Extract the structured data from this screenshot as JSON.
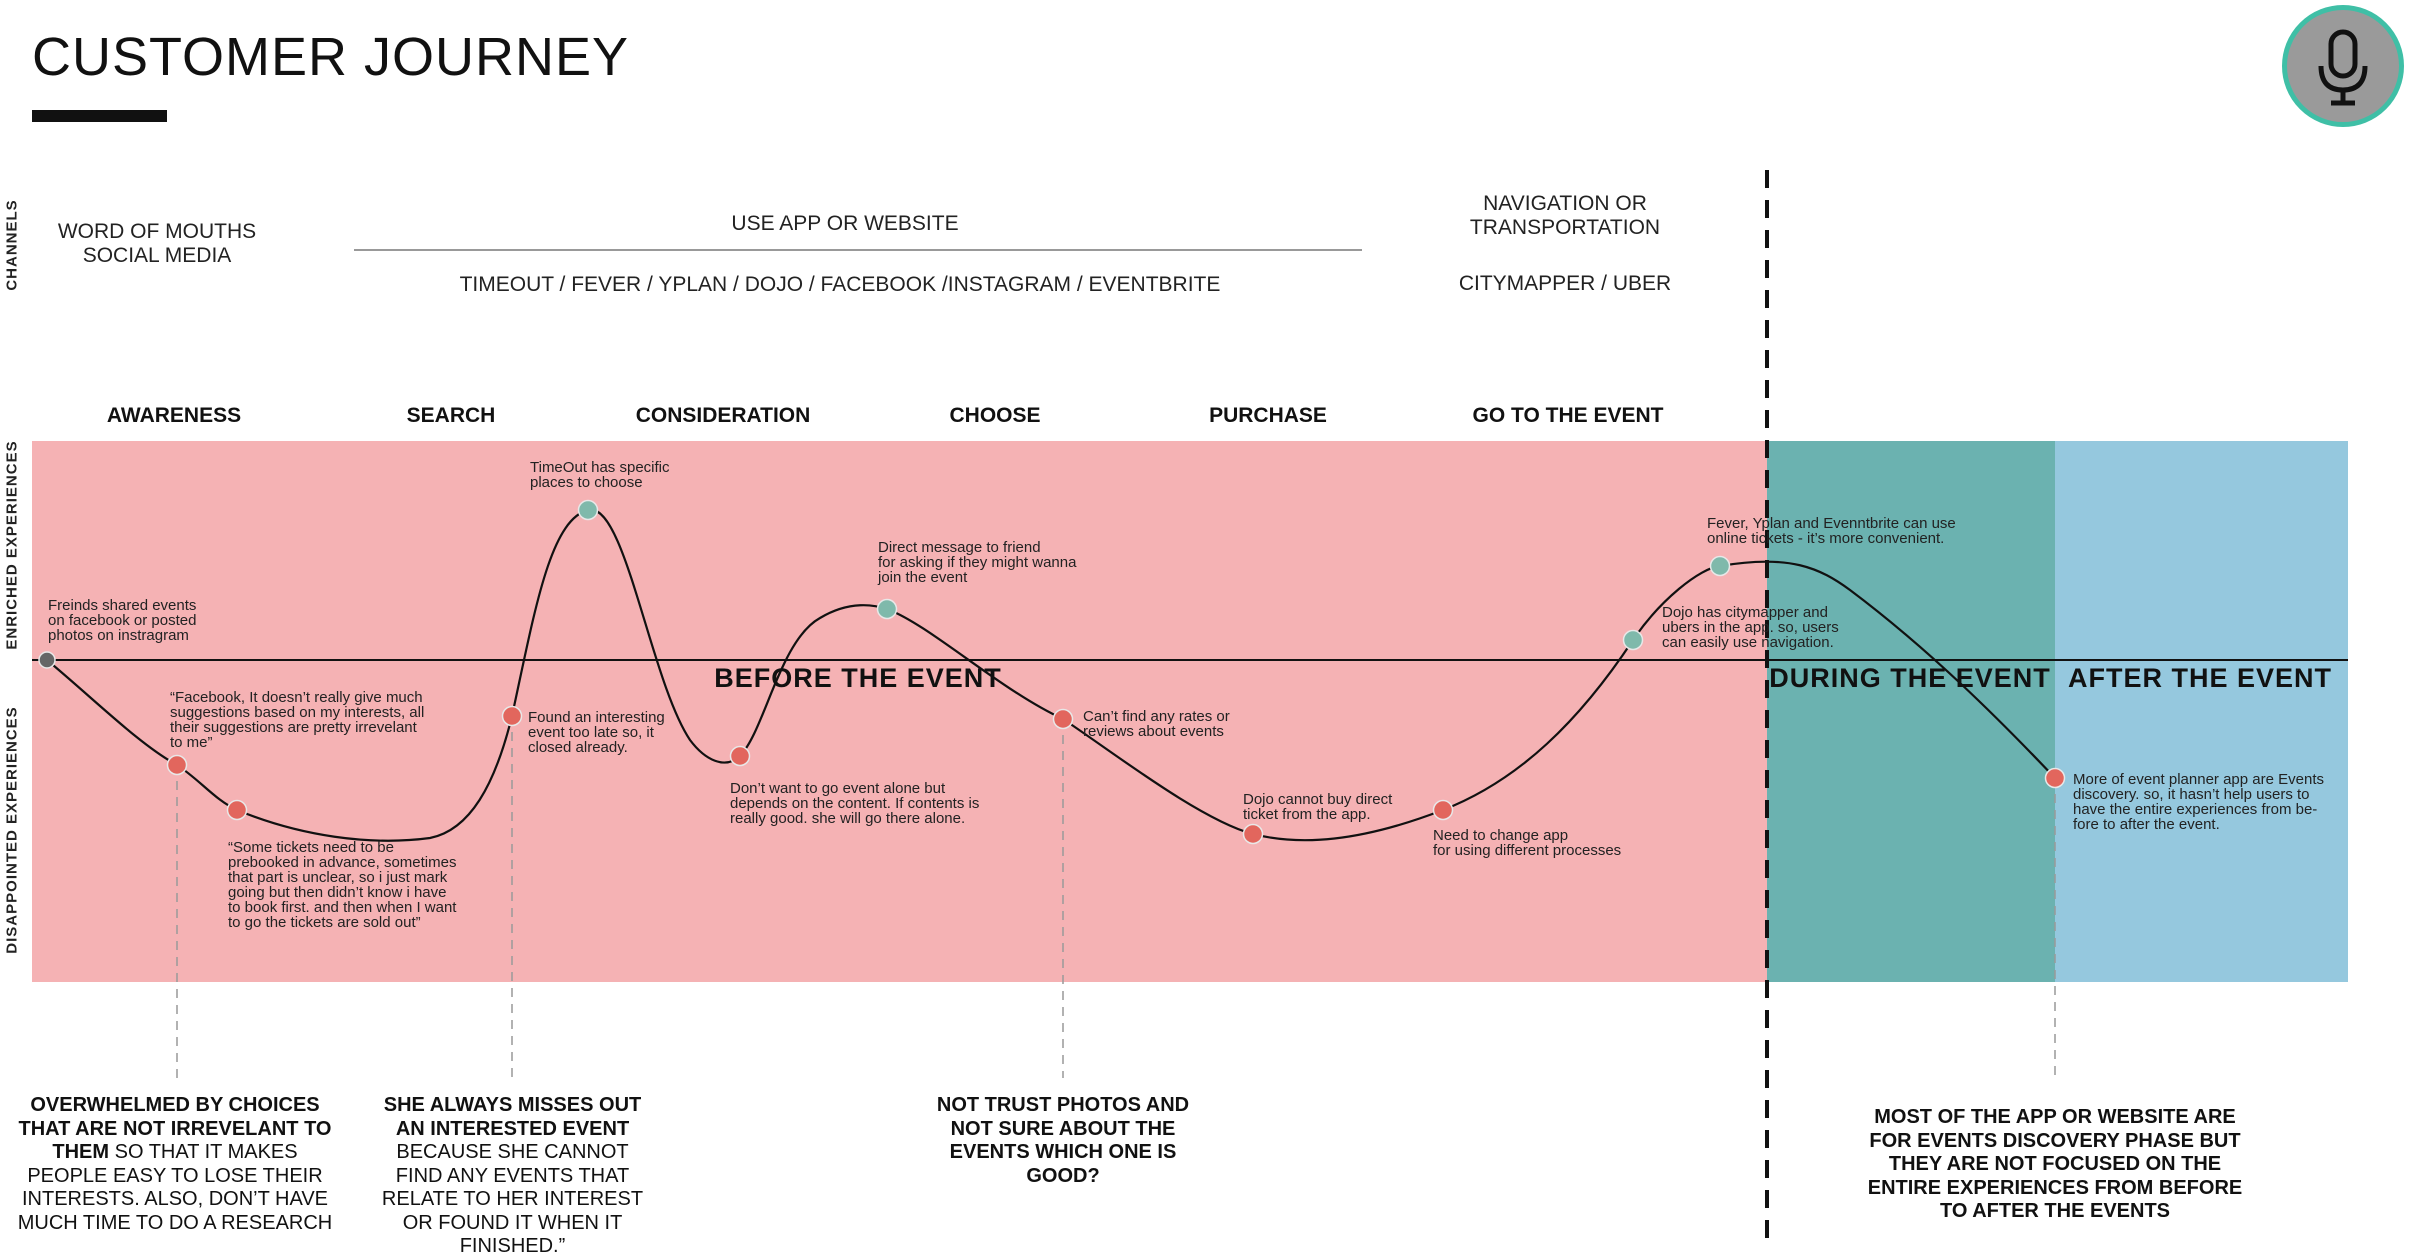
{
  "title": "CUSTOMER JOURNEY",
  "row_labels": {
    "channels": "CHANNELS",
    "enriched": "ENRICHED EXPERIENCES",
    "disappointed": "DISAPPOINTED EXPERIENCES"
  },
  "channels": {
    "word_of_mouth": [
      "WORD OF MOUTHS",
      "SOCIAL MEDIA"
    ],
    "app_title": "USE APP OR WEBSITE",
    "app_list": "TIMEOUT / FEVER  / YPLAN / DOJO / FACEBOOK /INSTAGRAM / EVENTBRITE",
    "navigation": [
      "NAVIGATION OR",
      "TRANSPORTATION"
    ],
    "navigation_list": "CITYMAPPER / UBER"
  },
  "stages": [
    "AWARENESS",
    "SEARCH",
    "CONSIDERATION",
    "CHOOSE",
    "PURCHASE",
    "GO TO THE EVENT"
  ],
  "zones": {
    "before": "BEFORE THE EVENT",
    "during": "DURING THE EVENT",
    "after": "AFTER THE EVENT"
  },
  "colors": {
    "before": "#f5b2b4",
    "during": "#6bb2b0",
    "after": "#95c8de",
    "good_point": "#7fb9ab",
    "bad_point": "#e2665d",
    "start_point": "#666666",
    "mic_ring": "#3fbfa6"
  },
  "icons": {
    "mic": "microphone-icon"
  },
  "points": [
    {
      "type": "start",
      "label": [
        "Freinds shared events",
        "on facebook or posted",
        "photos on instragram"
      ]
    },
    {
      "type": "bad",
      "label": [
        "“Facebook, It doesn’t really give much",
        "suggestions based on my interests, all",
        "their suggestions are pretty irrevelant",
        "to me”"
      ]
    },
    {
      "type": "bad",
      "label": [
        "“Some tickets need to be",
        "prebooked in advance, sometimes",
        "that part is unclear, so i just mark",
        "going but then didn’t know i have",
        "to book first. and then when I want",
        "to go the tickets are sold out”"
      ]
    },
    {
      "type": "bad",
      "label": [
        "Found an interesting",
        "event too late so, it",
        "closed already."
      ]
    },
    {
      "type": "good",
      "label": [
        "TimeOut has specific",
        "places to choose"
      ]
    },
    {
      "type": "bad",
      "label": [
        "Don’t want to go event alone but",
        "depends on the content. If contents is",
        "really good. she will go there alone."
      ]
    },
    {
      "type": "good",
      "label": [
        "Direct message to friend",
        "for asking if they might wanna",
        "join the event"
      ]
    },
    {
      "type": "bad",
      "label": [
        "Can’t find any rates or",
        "reviews about events"
      ]
    },
    {
      "type": "bad",
      "label": [
        "Dojo cannot buy direct",
        "ticket from the app."
      ]
    },
    {
      "type": "bad",
      "label": [
        "Need to change app",
        "for using different processes"
      ]
    },
    {
      "type": "good",
      "label": [
        "Dojo has citymapper and",
        "ubers in the app. so, users",
        "can easily use navigation."
      ]
    },
    {
      "type": "good",
      "label": [
        "Fever, Yplan and Evenntbrite can use",
        "online tickets - it’s more convenient."
      ]
    },
    {
      "type": "bad",
      "label": [
        "More of event planner app are Events",
        "discovery. so, it hasn’t help users to",
        "have the entire experiences from be-",
        "fore to after the event."
      ]
    }
  ],
  "insights": [
    {
      "bold": "OVERWHELMED BY CHOICES THAT ARE NOT IRREVELANT TO THEM",
      "rest": " SO THAT IT MAKES PEOPLE EASY TO LOSE THEIR INTERESTS. ALSO, DON’T HAVE MUCH TIME TO DO A RESEARCH"
    },
    {
      "bold": "SHE ALWAYS MISSES OUT AN INTERESTED EVENT",
      "rest": " BECAUSE SHE CANNOT FIND ANY EVENTS THAT RELATE TO HER INTEREST OR FOUND IT WHEN IT FINISHED.”"
    },
    {
      "bold": "NOT TRUST PHOTOS AND NOT SURE ABOUT THE EVENTS WHICH ONE IS GOOD?",
      "rest": ""
    },
    {
      "bold": "MOST OF THE APP OR WEBSITE ARE FOR EVENTS DISCOVERY PHASE BUT THEY ARE NOT FOCUSED ON THE ENTIRE EXPERIENCES FROM BEFORE TO AFTER THE EVENTS",
      "rest": ""
    }
  ]
}
